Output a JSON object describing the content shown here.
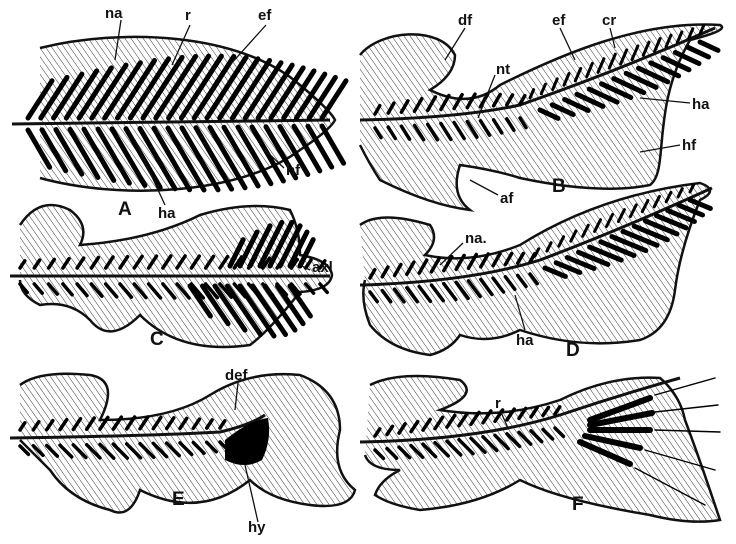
{
  "panels": [
    {
      "letter": "A",
      "labels": [
        "na",
        "r",
        "ef",
        "hf",
        "ha"
      ]
    },
    {
      "letter": "B",
      "labels": [
        "df",
        "ef",
        "cr",
        "nt",
        "ha",
        "hf",
        "af"
      ]
    },
    {
      "letter": "C",
      "labels": [
        "axl"
      ]
    },
    {
      "letter": "D",
      "labels": [
        "na.",
        "ha"
      ]
    },
    {
      "letter": "E",
      "labels": [
        "def",
        "hy"
      ]
    },
    {
      "letter": "F",
      "labels": [
        "r"
      ]
    }
  ],
  "colors": {
    "ink": "#111111",
    "paper": "#ffffff"
  }
}
